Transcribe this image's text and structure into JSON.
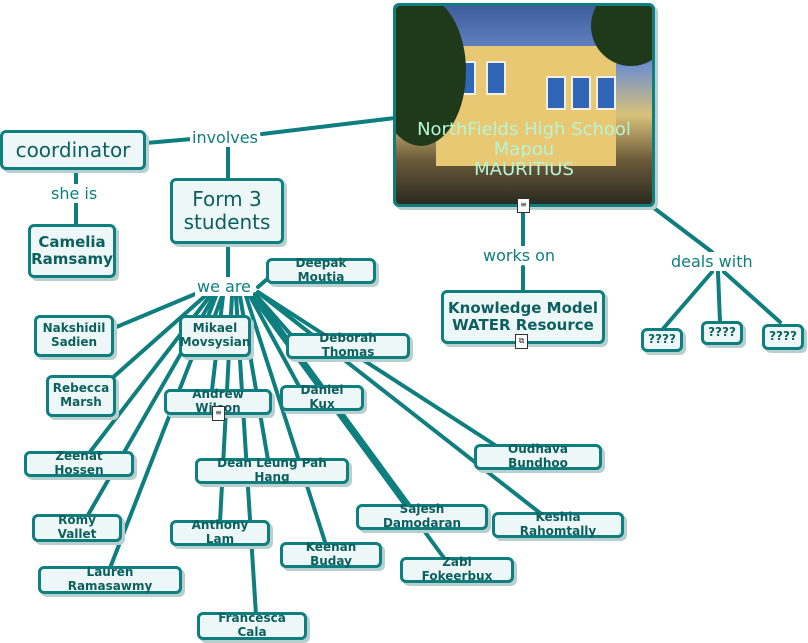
{
  "school": {
    "line1": "NorthFields High School",
    "line2": "Mapou",
    "line3": "MAURITIUS"
  },
  "coordinator": "coordinator",
  "camelia": "Camelia Ramsamy",
  "form3": "Form 3 students",
  "knowledge_model": "Knowledge Model WATER Resource",
  "links": {
    "involves": "involves",
    "she_is": "she is",
    "we_are": "we are",
    "works_on": "works on",
    "deals_with": "deals with"
  },
  "unknowns": [
    "????",
    "????",
    "????"
  ],
  "students": {
    "deepak": "Deepak Moutia",
    "nakshidil": "Nakshidil Sadien",
    "mikael": "Mikael Movsysian",
    "deborah": "Deborah Thomas",
    "rebecca": "Rebecca Marsh",
    "andrew": "Andrew Wilson",
    "daniel": "Daniel Kux",
    "oudhava": "Oudhava Bundhoo",
    "zeenat": "Zeenat Hossen",
    "dean": "Dean Leung Pah Hang",
    "romy": "Romy Vallet",
    "sajesh": "Sajesh Damodaran",
    "keshia": "Keshia Rahomtally",
    "anthony": "Anthony Lam",
    "keenan": "Keenan Buday",
    "lauren": "Lauren Ramasawmy",
    "zabi": "Zabi Fokeerbux",
    "francesca": "Francesca Cala"
  },
  "colors": {
    "line": "#0e7e7e",
    "node_bg": "#eef7f7",
    "text": "#0c5f5f"
  }
}
